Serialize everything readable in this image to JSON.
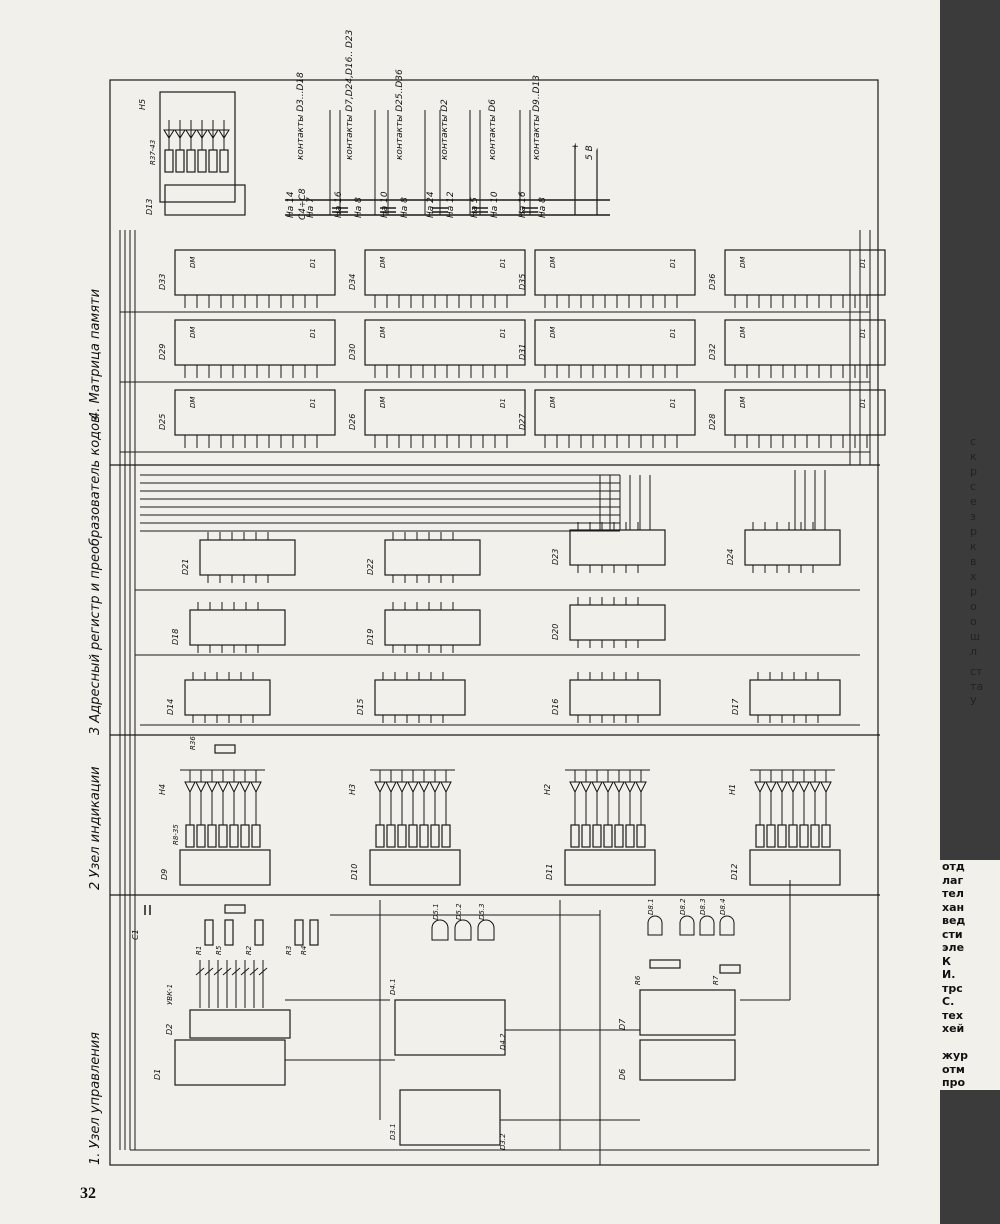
{
  "page_number": "32",
  "sections": {
    "control": "1. Узел управления",
    "indication": "2 Узел индикации",
    "register": "3 Адресный регистр и преобразователь кодов",
    "memory": "4. Матрица памяти"
  },
  "power": {
    "plus": "+",
    "minus": "−",
    "voltage": "5 В"
  },
  "contacts": [
    "контакты D3...D18",
    "контакты D7,D24,D16.. D23",
    "контакты D25..D36",
    "контакты D2",
    "контакты D6",
    "контакты D9..D13"
  ],
  "pins": [
    "На 14",
    "На 7",
    "На 16",
    "На 8",
    "На 10",
    "На 8",
    "На 24",
    "На 12",
    "На 5",
    "На 10",
    "На 16",
    "На 8"
  ],
  "capacitor_label": "С4÷С8",
  "memory_chips": [
    "D25",
    "D26",
    "D27",
    "D28",
    "D29",
    "D30",
    "D31",
    "D32",
    "D33",
    "D34",
    "D35",
    "D36"
  ],
  "register_chips": [
    "D14",
    "D15",
    "D16",
    "D17",
    "D18",
    "D19",
    "D20",
    "D21",
    "D22",
    "D23",
    "D24"
  ],
  "indicator_chips": [
    "D9",
    "D10",
    "D11",
    "D12",
    "D13"
  ],
  "indicators": [
    "H1",
    "H2",
    "H3",
    "H4",
    "H5"
  ],
  "resistor_array": "R8-35",
  "control_parts": [
    "D1",
    "D2",
    "D3.1",
    "D3.2",
    "D4.1",
    "D4.2",
    "D5.1",
    "D5.2",
    "D5.3",
    "D6",
    "D7",
    "D8.1",
    "D8.2",
    "D8.3",
    "D8.4",
    "УВК-1",
    "C1",
    "R1",
    "R2",
    "R3",
    "R4",
    "R5",
    "R6",
    "R7",
    "R36"
  ],
  "side_text": [
    "отд",
    "лаг",
    "тел",
    "хан",
    "вед",
    "сти",
    "эле",
    "К",
    "И.",
    "трс",
    "С.",
    "тех",
    "хей",
    "",
    "жур",
    "отм",
    "про"
  ],
  "side_fragments": [
    "с",
    "к",
    "р",
    "с",
    "е",
    "з",
    "р",
    "к",
    "в",
    "х",
    "р",
    "о",
    "о",
    "ш",
    "л",
    "ст",
    "та",
    "У"
  ]
}
